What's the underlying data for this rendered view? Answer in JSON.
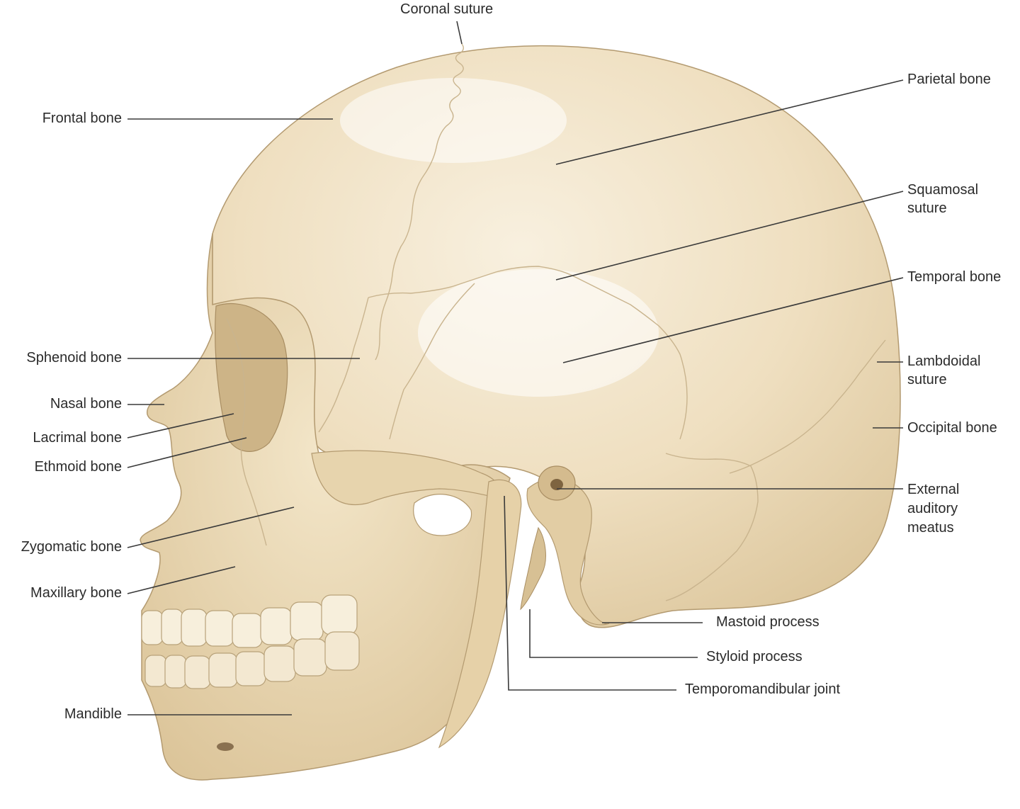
{
  "colors": {
    "bone": "#ecdcbc",
    "bone_shadow": "#d9c49c",
    "bone_highlight": "#f7efdd",
    "outline": "#b39a70",
    "leader": "#3a3a3a",
    "text": "#2b2b2b"
  },
  "labels": {
    "coronal_suture": "Coronal suture",
    "parietal_bone": "Parietal bone",
    "frontal_bone": "Frontal bone",
    "squamosal_suture_1": "Squamosal",
    "squamosal_suture_2": "suture",
    "temporal_bone": "Temporal bone",
    "sphenoid_bone": "Sphenoid bone",
    "lambdoidal_suture_1": "Lambdoidal",
    "lambdoidal_suture_2": "suture",
    "nasal_bone": "Nasal bone",
    "lacrimal_bone": "Lacrimal bone",
    "occipital_bone": "Occipital bone",
    "ethmoid_bone": "Ethmoid bone",
    "external_auditory_meatus_1": "External",
    "external_auditory_meatus_2": "auditory",
    "external_auditory_meatus_3": "meatus",
    "zygomatic_bone": "Zygomatic bone",
    "maxillary_bone": "Maxillary bone",
    "mastoid_process": "Mastoid process",
    "styloid_process": "Styloid process",
    "temporomandibular_joint": "Temporomandibular joint",
    "mandible": "Mandible"
  }
}
